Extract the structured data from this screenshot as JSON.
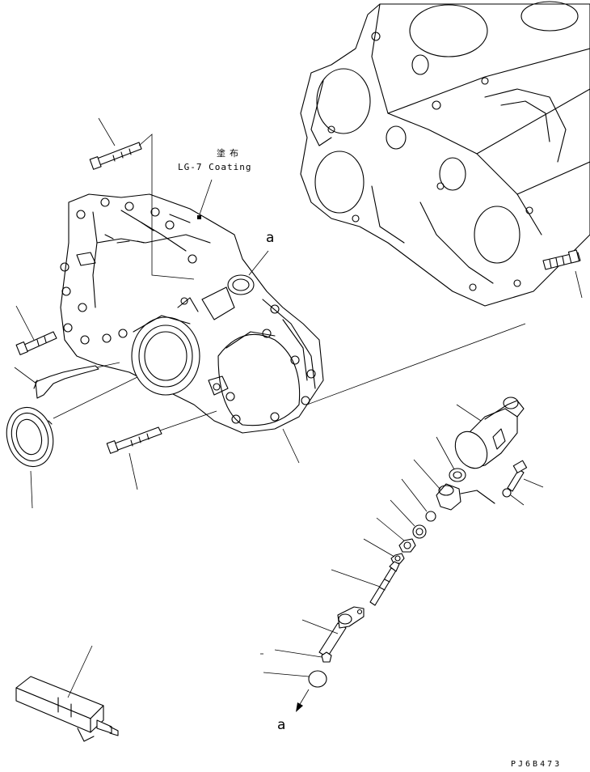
{
  "coating": {
    "japanese_label": "塗布",
    "english_label": "LG-7 Coating"
  },
  "reference_marks": {
    "upper": "a",
    "lower": "a"
  },
  "figure_code": "PJ6B473",
  "colors": {
    "line": "#000000",
    "background": "#ffffff"
  }
}
